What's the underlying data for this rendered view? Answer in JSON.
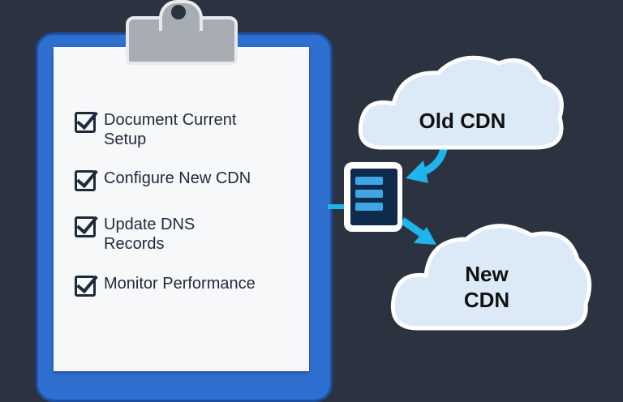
{
  "checklist": {
    "items": [
      {
        "label_line1": "Document Current",
        "label_line2": "Setup",
        "checked": true
      },
      {
        "label_line1": "Configure New CDN",
        "checked": true
      },
      {
        "label_line1": "Update DNS",
        "label_line2": "Records",
        "checked": true
      },
      {
        "label_line1": "Monitor Performance",
        "checked": true
      }
    ]
  },
  "clouds": {
    "old": {
      "label": "Old CDN"
    },
    "new": {
      "label_line1": "New",
      "label_line2": "CDN"
    }
  },
  "colors": {
    "background": "#2b3340",
    "clipboard": "#2f6fd0",
    "arrow": "#1fb4ec",
    "cloud": "#dceaf7"
  }
}
